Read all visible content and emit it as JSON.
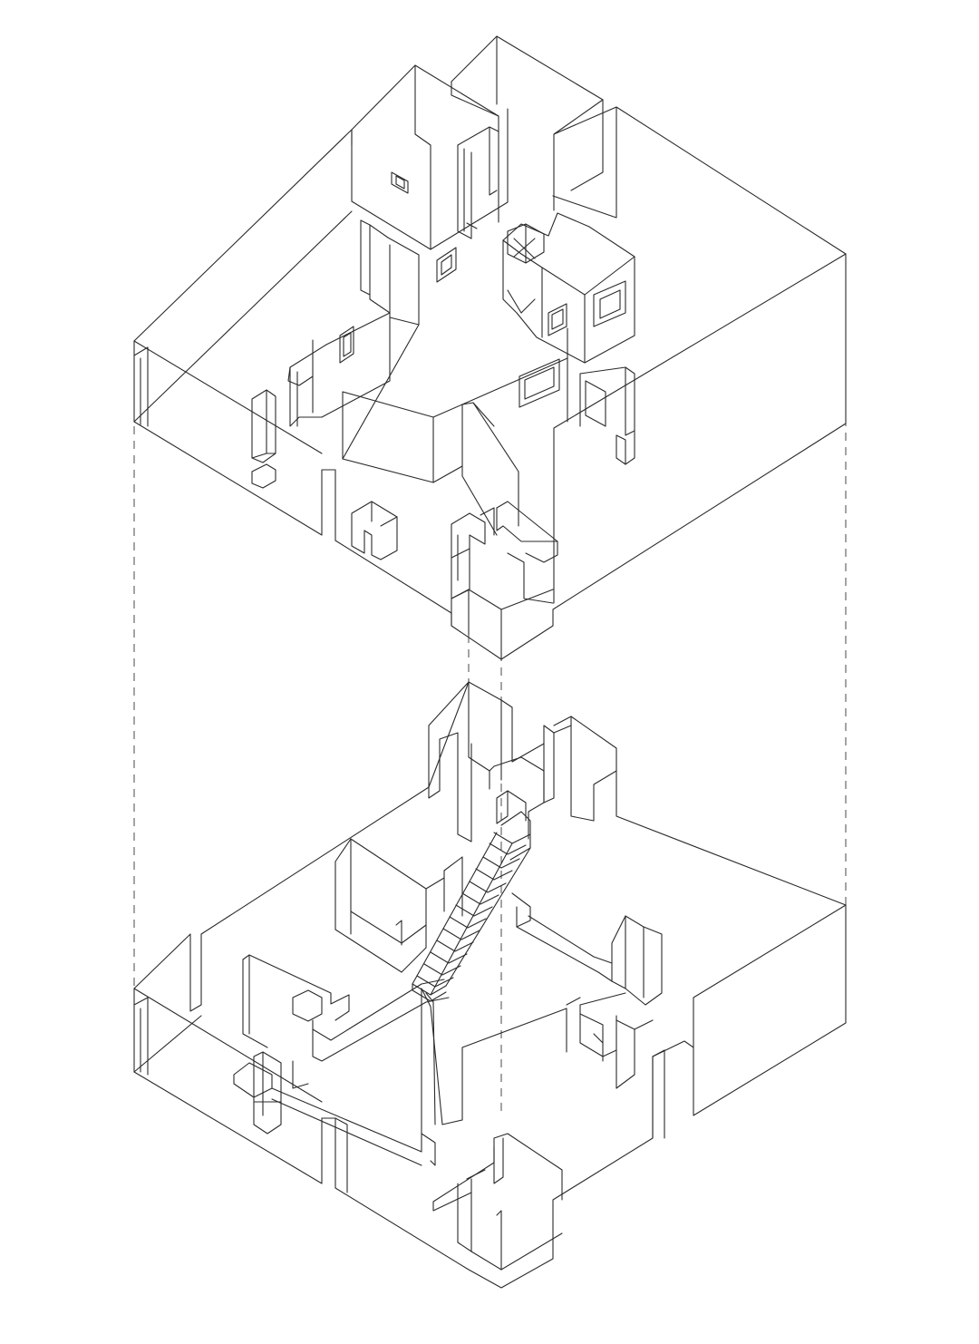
{
  "figure": {
    "kind": "exploded isometric axonometric line drawing of a two-storey floor plan",
    "levels": [
      "upper-floor",
      "lower-floor"
    ],
    "colors": {
      "background": "#ffffff",
      "line": "#2a2a2a",
      "guide": "#4a4a4a"
    }
  }
}
